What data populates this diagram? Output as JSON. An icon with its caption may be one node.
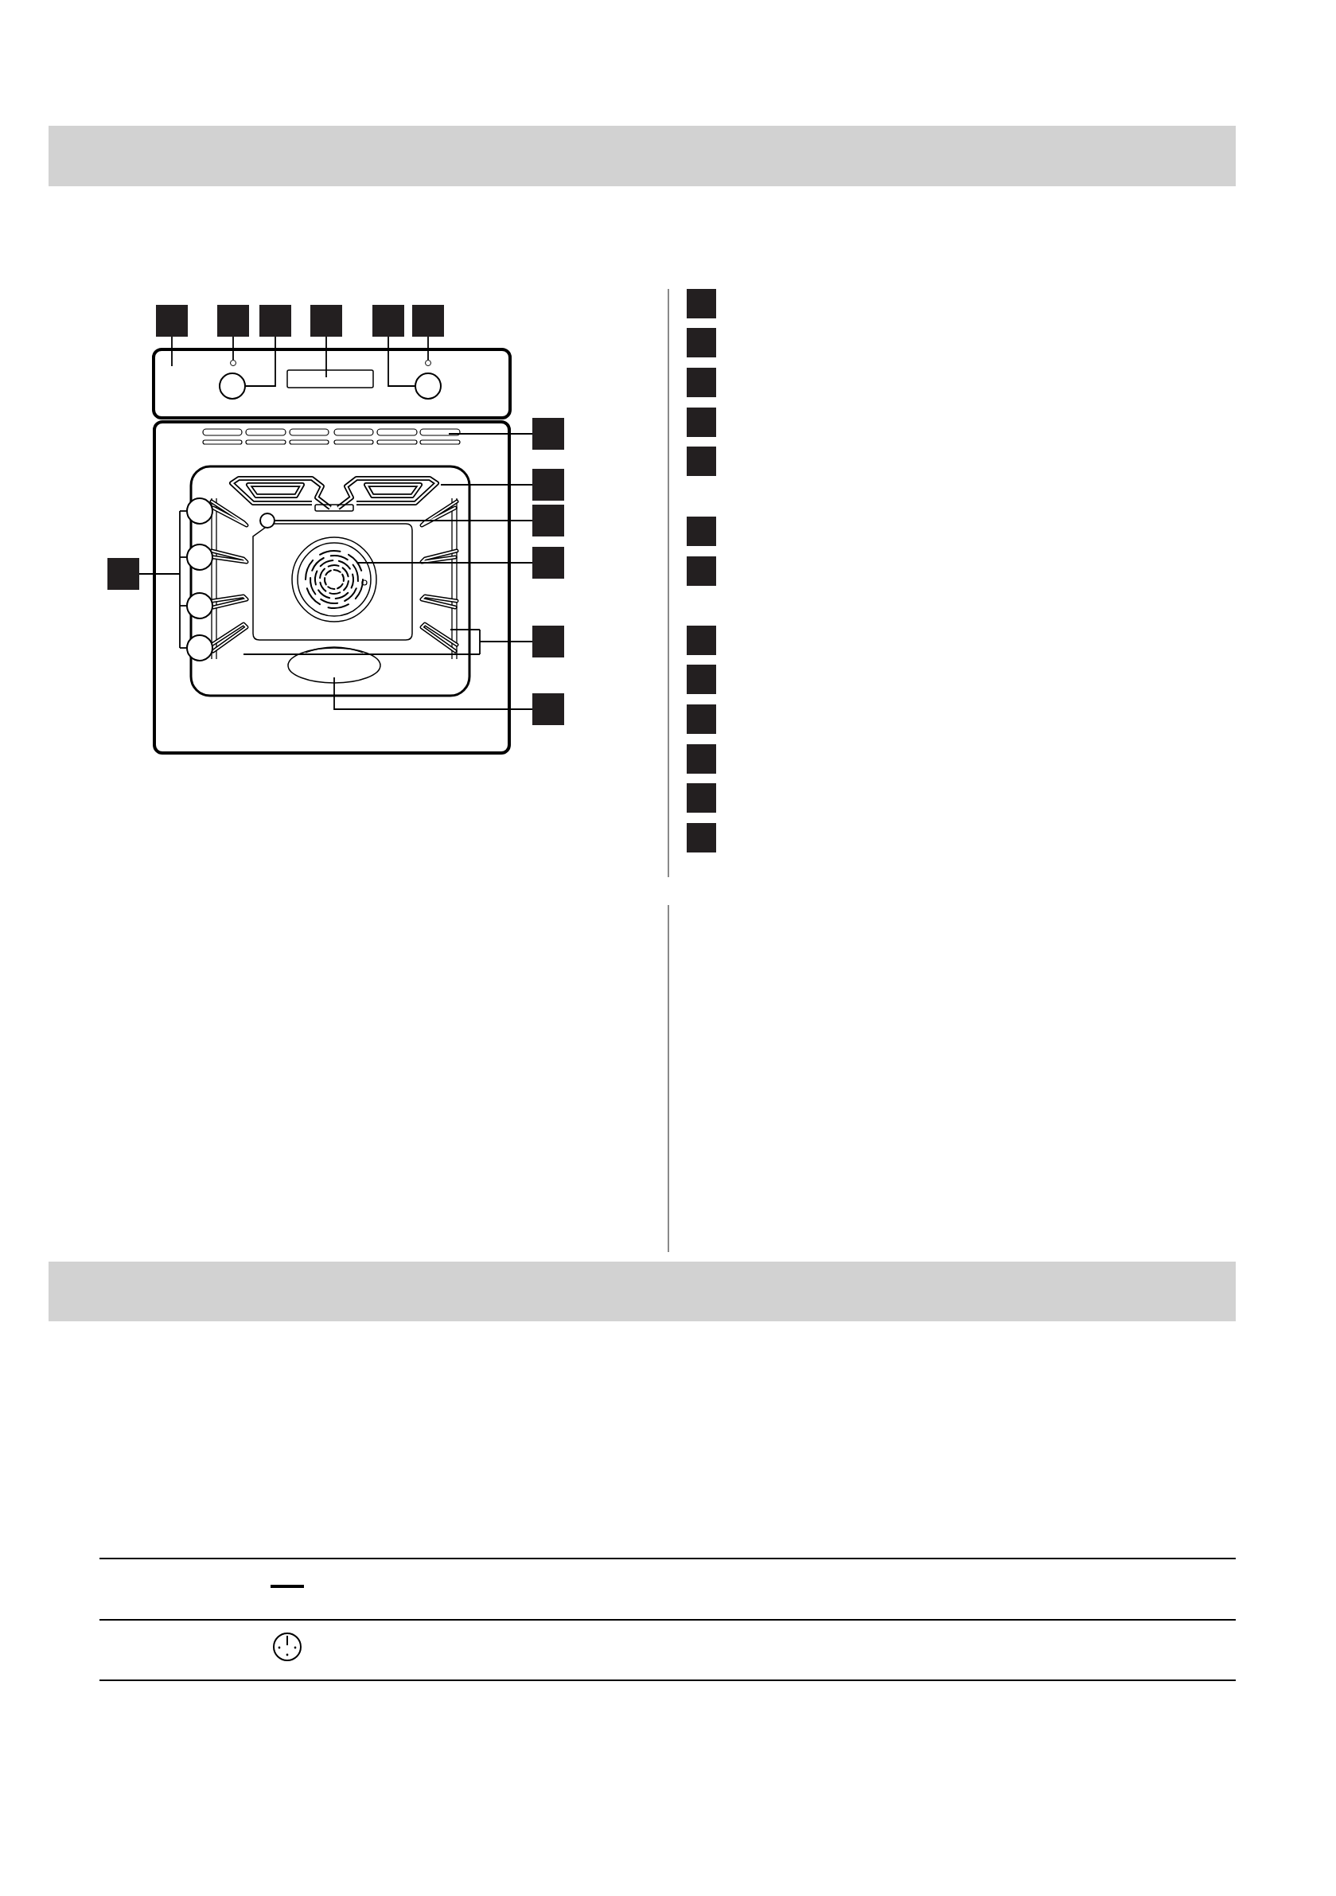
{
  "diagram": {
    "nodes": [
      {
        "text": [],
        "shape": "box"
      },
      {
        "text": [],
        "shape": "box"
      },
      {
        "text": [],
        "shape": "box"
      },
      {
        "text": [],
        "shape": "box"
      },
      {
        "text": [],
        "shape": "box"
      },
      {
        "text": [],
        "shape": "box"
      },
      {
        "text": [],
        "shape": "box"
      },
      {
        "text": [],
        "shape": "box"
      },
      {
        "text": [],
        "shape": "box"
      },
      {
        "text": [],
        "shape": "box"
      },
      {
        "text": [],
        "shape": "box"
      },
      {
        "text": [],
        "shape": "circle"
      },
      {
        "text": [],
        "shape": "circle"
      },
      {
        "text": [],
        "shape": "circle"
      },
      {
        "text": [],
        "shape": "circle"
      },
      {
        "text": [],
        "shape": "box"
      },
      {
        "text": [],
        "shape": "box"
      },
      {
        "text": [],
        "shape": "box"
      },
      {
        "text": [],
        "shape": "box"
      },
      {
        "text": [],
        "shape": "box"
      },
      {
        "text": [],
        "shape": "box"
      },
      {
        "text": [],
        "shape": "box"
      },
      {
        "text": [],
        "shape": "box"
      },
      {
        "text": [],
        "shape": "box"
      },
      {
        "text": [],
        "shape": "box"
      },
      {
        "text": [],
        "shape": "box"
      },
      {
        "text": [],
        "shape": "box"
      },
      {
        "text": [],
        "shape": "box"
      },
      {
        "text": [],
        "shape": "box"
      },
      {
        "text": [],
        "shape": "box"
      },
      {
        "text": [],
        "shape": "circle"
      },
      {
        "text": [],
        "shape": "circle"
      },
      {
        "text": [],
        "shape": "circle"
      },
      {
        "text": [],
        "shape": "circle"
      },
      {
        "text": [],
        "shape": "picture"
      },
      {
        "text": [],
        "shape": "circle"
      }
    ],
    "edges": [
      {
        "from": 0,
        "to": null,
        "arrow": "none"
      },
      {
        "from": 1,
        "to": 30,
        "arrow": "none"
      },
      {
        "from": 2,
        "to": 31,
        "arrow": "none"
      },
      {
        "from": 3,
        "to": null,
        "arrow": "none"
      },
      {
        "from": 4,
        "to": 32,
        "arrow": "none"
      },
      {
        "from": 5,
        "to": 33,
        "arrow": "none"
      },
      {
        "from": 6,
        "to": null,
        "arrow": "none"
      },
      {
        "from": 7,
        "to": 34,
        "arrow": "none"
      },
      {
        "from": 8,
        "to": 35,
        "arrow": "none"
      },
      {
        "from": 9,
        "to": null,
        "arrow": "none"
      },
      {
        "from": 10,
        "to": 11,
        "arrow": "none"
      },
      {
        "from": 10,
        "to": 12,
        "arrow": "none"
      },
      {
        "from": 10,
        "to": 13,
        "arrow": "none"
      },
      {
        "from": 10,
        "to": 14,
        "arrow": "none"
      },
      {
        "from": 15,
        "to": null,
        "arrow": "none"
      },
      {
        "from": 15,
        "to": null,
        "arrow": "none"
      },
      {
        "from": 16,
        "to": null,
        "arrow": "none"
      }
    ]
  }
}
